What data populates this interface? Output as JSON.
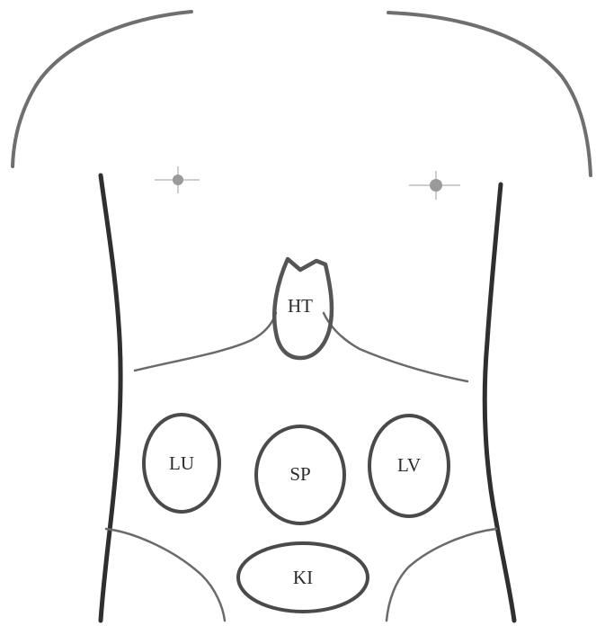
{
  "organs": {
    "heart": "HT",
    "lung": "LU",
    "spleen": "SP",
    "liver": "LV",
    "kidney": "KI"
  },
  "colors": {
    "outline": "#3a3a3a",
    "organ_outline": "#4a4a4a",
    "nipple": "#9a9a9a",
    "background": "#ffffff"
  }
}
